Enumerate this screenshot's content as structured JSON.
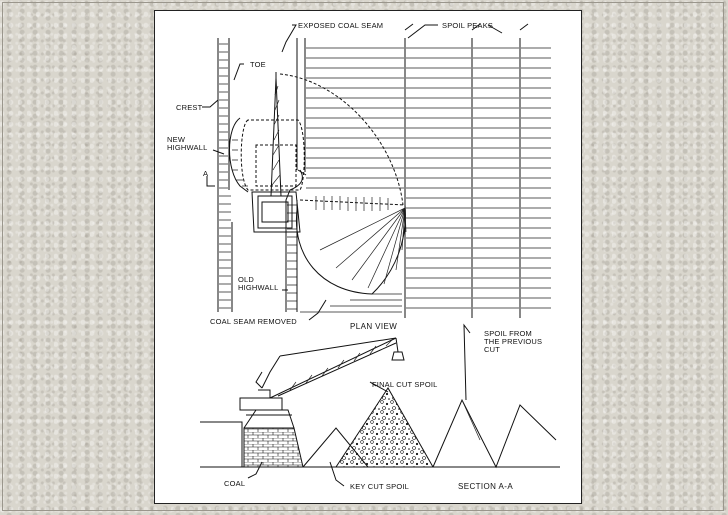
{
  "labels": {
    "exposed_coal_seam": "EXPOSED COAL SEAM",
    "spoil_peaks": "SPOIL PEAKS",
    "toe": "TOE",
    "crest": "CREST",
    "new_highwall_1": "NEW",
    "new_highwall_2": "HIGHWALL",
    "section_marker": "A",
    "old_highwall_1": "OLD",
    "old_highwall_2": "HIGHWALL",
    "coal_seam_removed": "COAL SEAM REMOVED",
    "plan_view": "PLAN VIEW",
    "spoil_prev_1": "SPOIL FROM",
    "spoil_prev_2": "THE PREVIOUS",
    "spoil_prev_3": "CUT",
    "final_cut_spoil": "FINAL CUT SPOIL",
    "coal": "COAL",
    "key_cut_spoil": "KEY CUT SPOIL",
    "section_aa": "SECTION A-A"
  }
}
